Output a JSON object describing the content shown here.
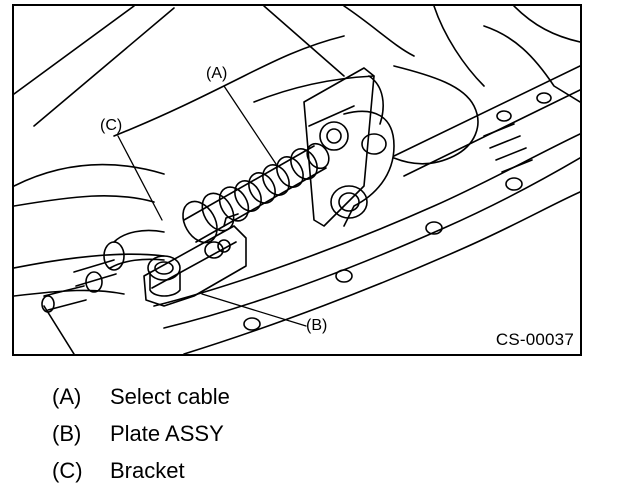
{
  "figure": {
    "callouts": {
      "a": "(A)",
      "b": "(B)",
      "c": "(C)"
    },
    "code": "CS-00037"
  },
  "legend": [
    {
      "key": "(A)",
      "text": "Select cable"
    },
    {
      "key": "(B)",
      "text": "Plate ASSY"
    },
    {
      "key": "(C)",
      "text": "Bracket"
    }
  ]
}
